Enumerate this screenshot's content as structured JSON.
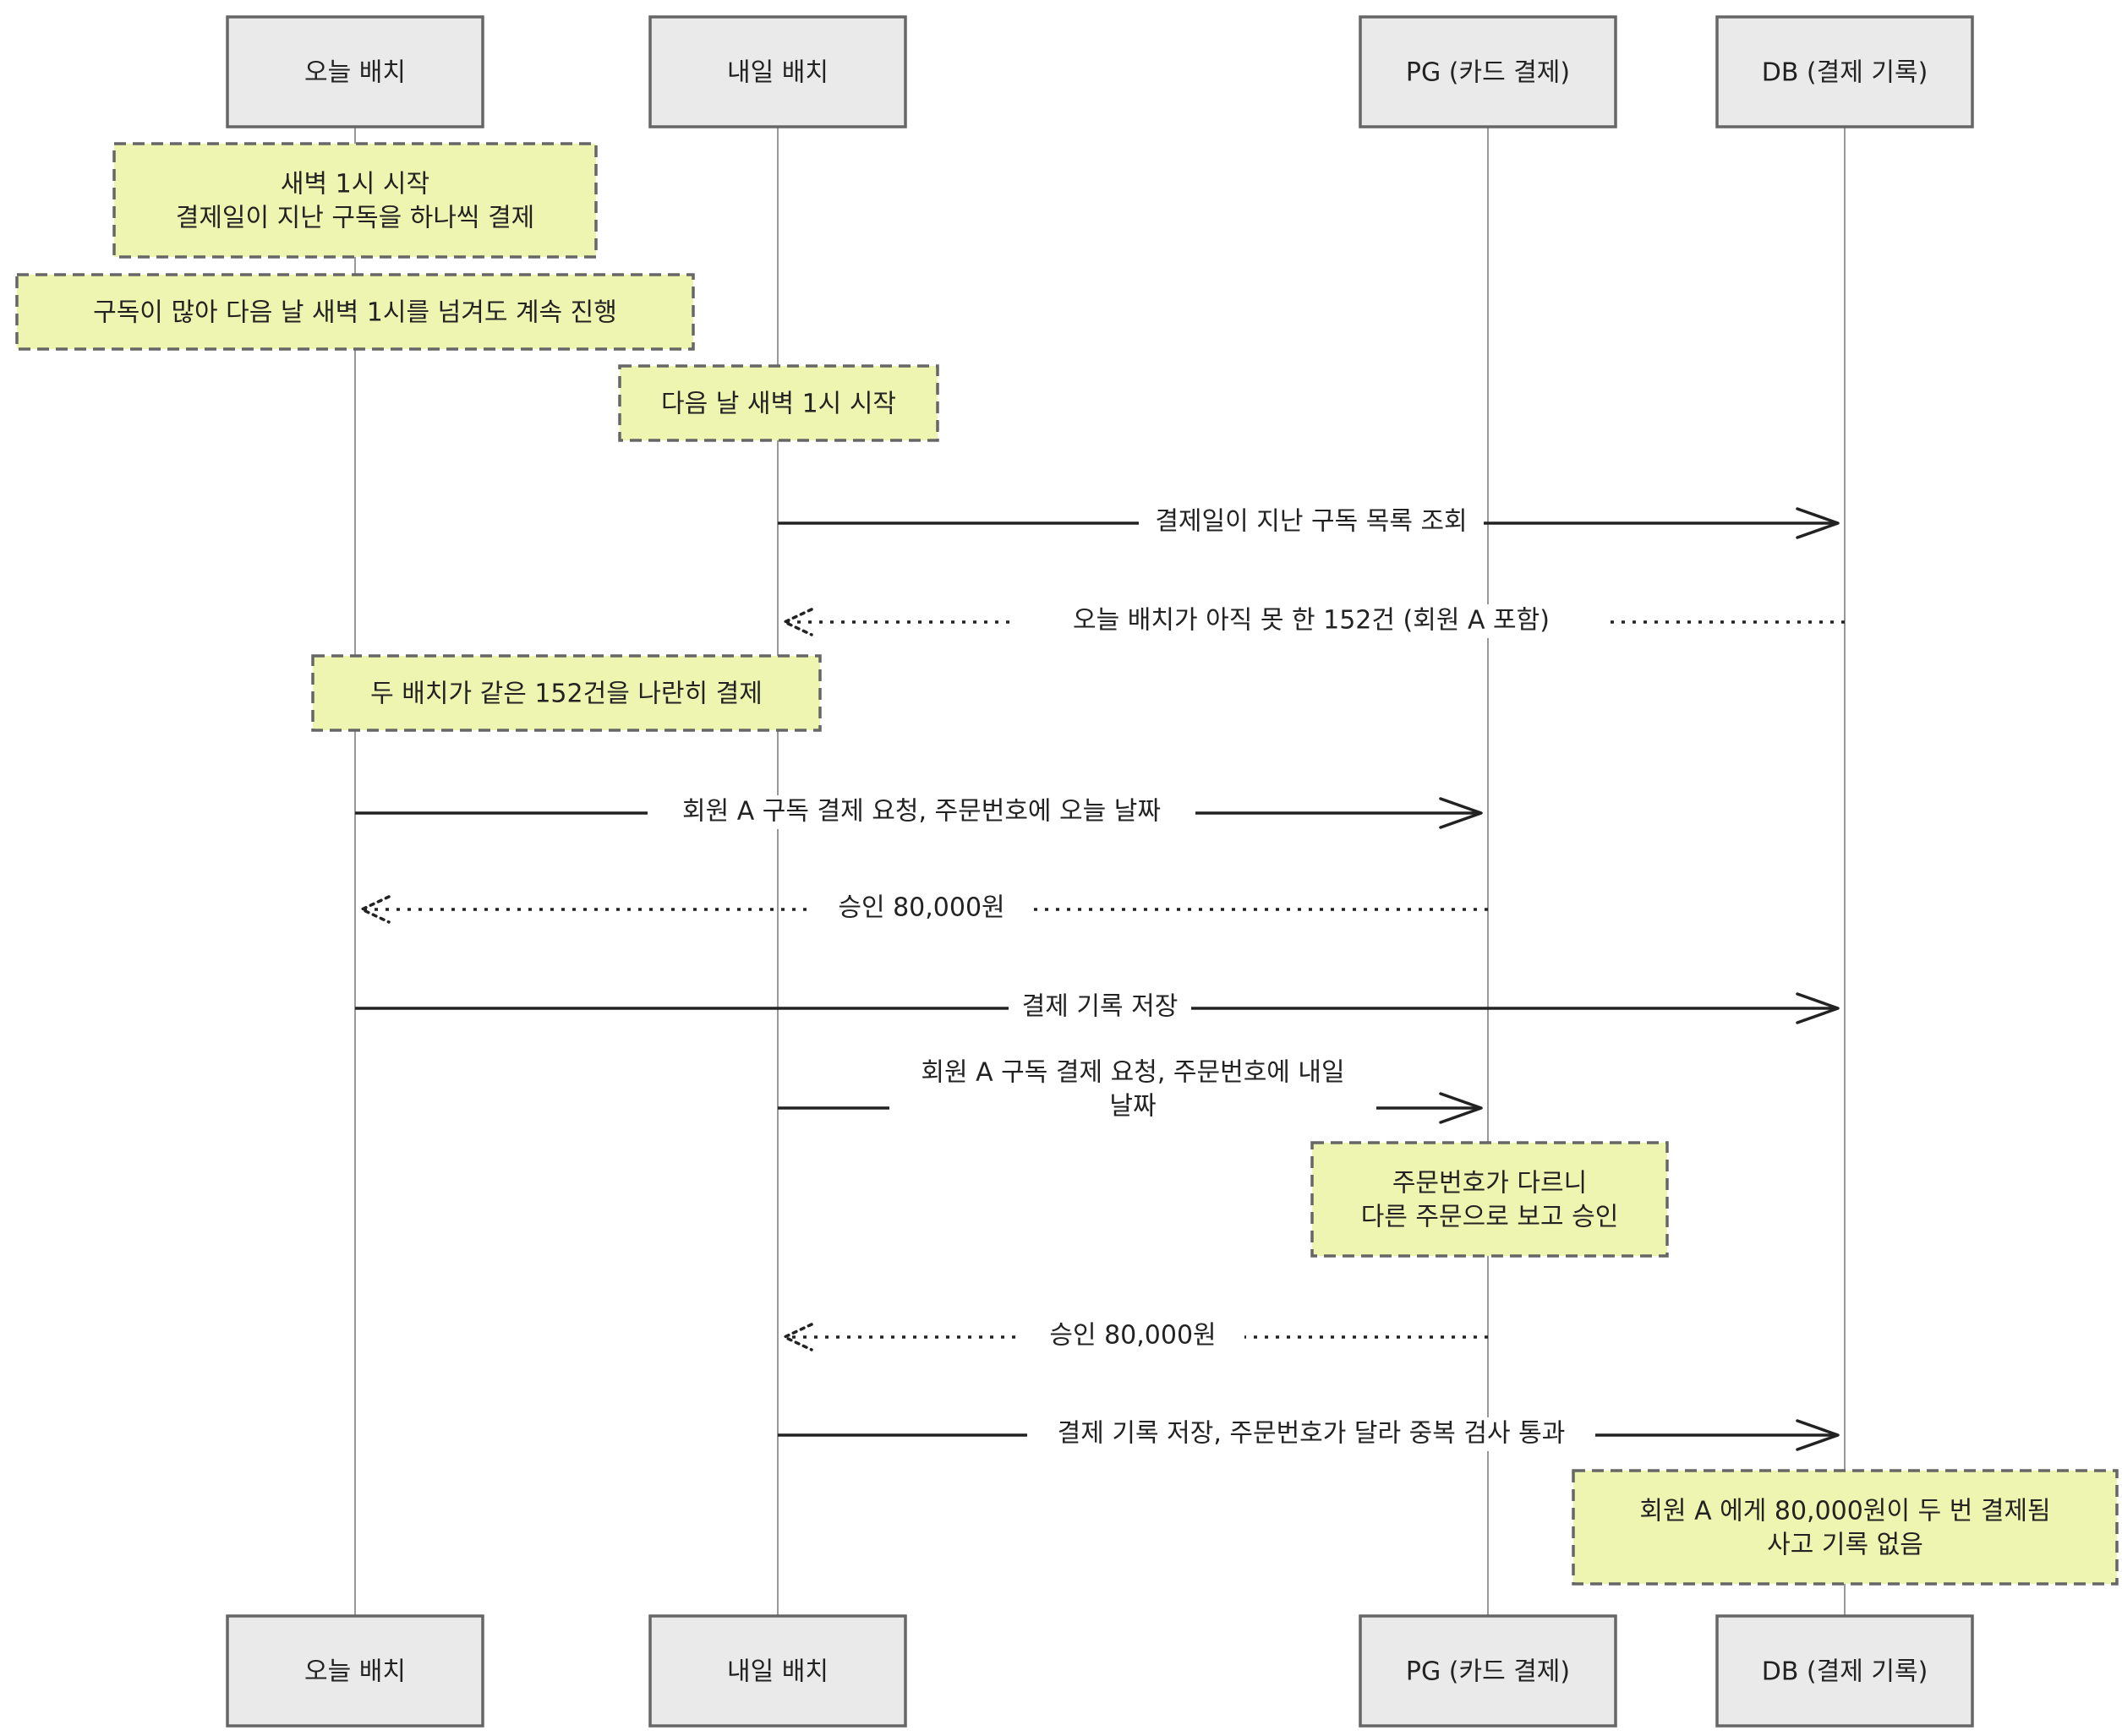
{
  "participants": [
    {
      "id": "today",
      "label": "오늘 배치"
    },
    {
      "id": "tomorrow",
      "label": "내일 배치"
    },
    {
      "id": "pg",
      "label": "PG (카드 결제)"
    },
    {
      "id": "db",
      "label": "DB (결제 기록)"
    }
  ],
  "notes": [
    {
      "id": "note-today-start",
      "lines": [
        "새벽 1시 시작",
        "결제일이 지난 구독을 하나씩 결제"
      ]
    },
    {
      "id": "note-continue",
      "lines": [
        "구독이 많아 다음 날 새벽 1시를 넘겨도 계속 진행"
      ]
    },
    {
      "id": "note-tomorrow-start",
      "lines": [
        "다음 날 새벽 1시 시작"
      ]
    },
    {
      "id": "note-parallel",
      "lines": [
        "두 배치가 같은 152건을 나란히 결제"
      ]
    },
    {
      "id": "note-pg-approve",
      "lines": [
        "주문번호가 다르니",
        "다른 주문으로 보고 승인"
      ]
    },
    {
      "id": "note-incident",
      "lines": [
        "회원 A 에게 80,000원이 두 번 결제됨",
        "사고 기록 없음"
      ]
    }
  ],
  "messages": [
    {
      "id": "msg-query",
      "from": "tomorrow",
      "to": "db",
      "style": "solid",
      "lines": [
        "결제일이 지난 구독 목록 조회"
      ]
    },
    {
      "id": "msg-query-result",
      "from": "db",
      "to": "tomorrow",
      "style": "dotted",
      "lines": [
        "오늘 배치가 아직 못 한 152건 (회원 A 포함)"
      ]
    },
    {
      "id": "msg-today-request",
      "from": "today",
      "to": "pg",
      "style": "solid",
      "lines": [
        "회원 A 구독 결제 요청, 주문번호에 오늘 날짜"
      ]
    },
    {
      "id": "msg-today-approve",
      "from": "pg",
      "to": "today",
      "style": "dotted",
      "lines": [
        "승인 80,000원"
      ]
    },
    {
      "id": "msg-today-save",
      "from": "today",
      "to": "db",
      "style": "solid",
      "lines": [
        "결제 기록 저장"
      ]
    },
    {
      "id": "msg-tomorrow-request",
      "from": "tomorrow",
      "to": "pg",
      "style": "solid",
      "lines": [
        "회원 A 구독 결제 요청, 주문번호에 내일",
        "날짜"
      ]
    },
    {
      "id": "msg-tomorrow-approve",
      "from": "pg",
      "to": "tomorrow",
      "style": "dotted",
      "lines": [
        "승인 80,000원"
      ]
    },
    {
      "id": "msg-tomorrow-save",
      "from": "tomorrow",
      "to": "db",
      "style": "solid",
      "lines": [
        "결제 기록 저장, 주문번호가 달라 중복 검사 통과"
      ]
    }
  ]
}
